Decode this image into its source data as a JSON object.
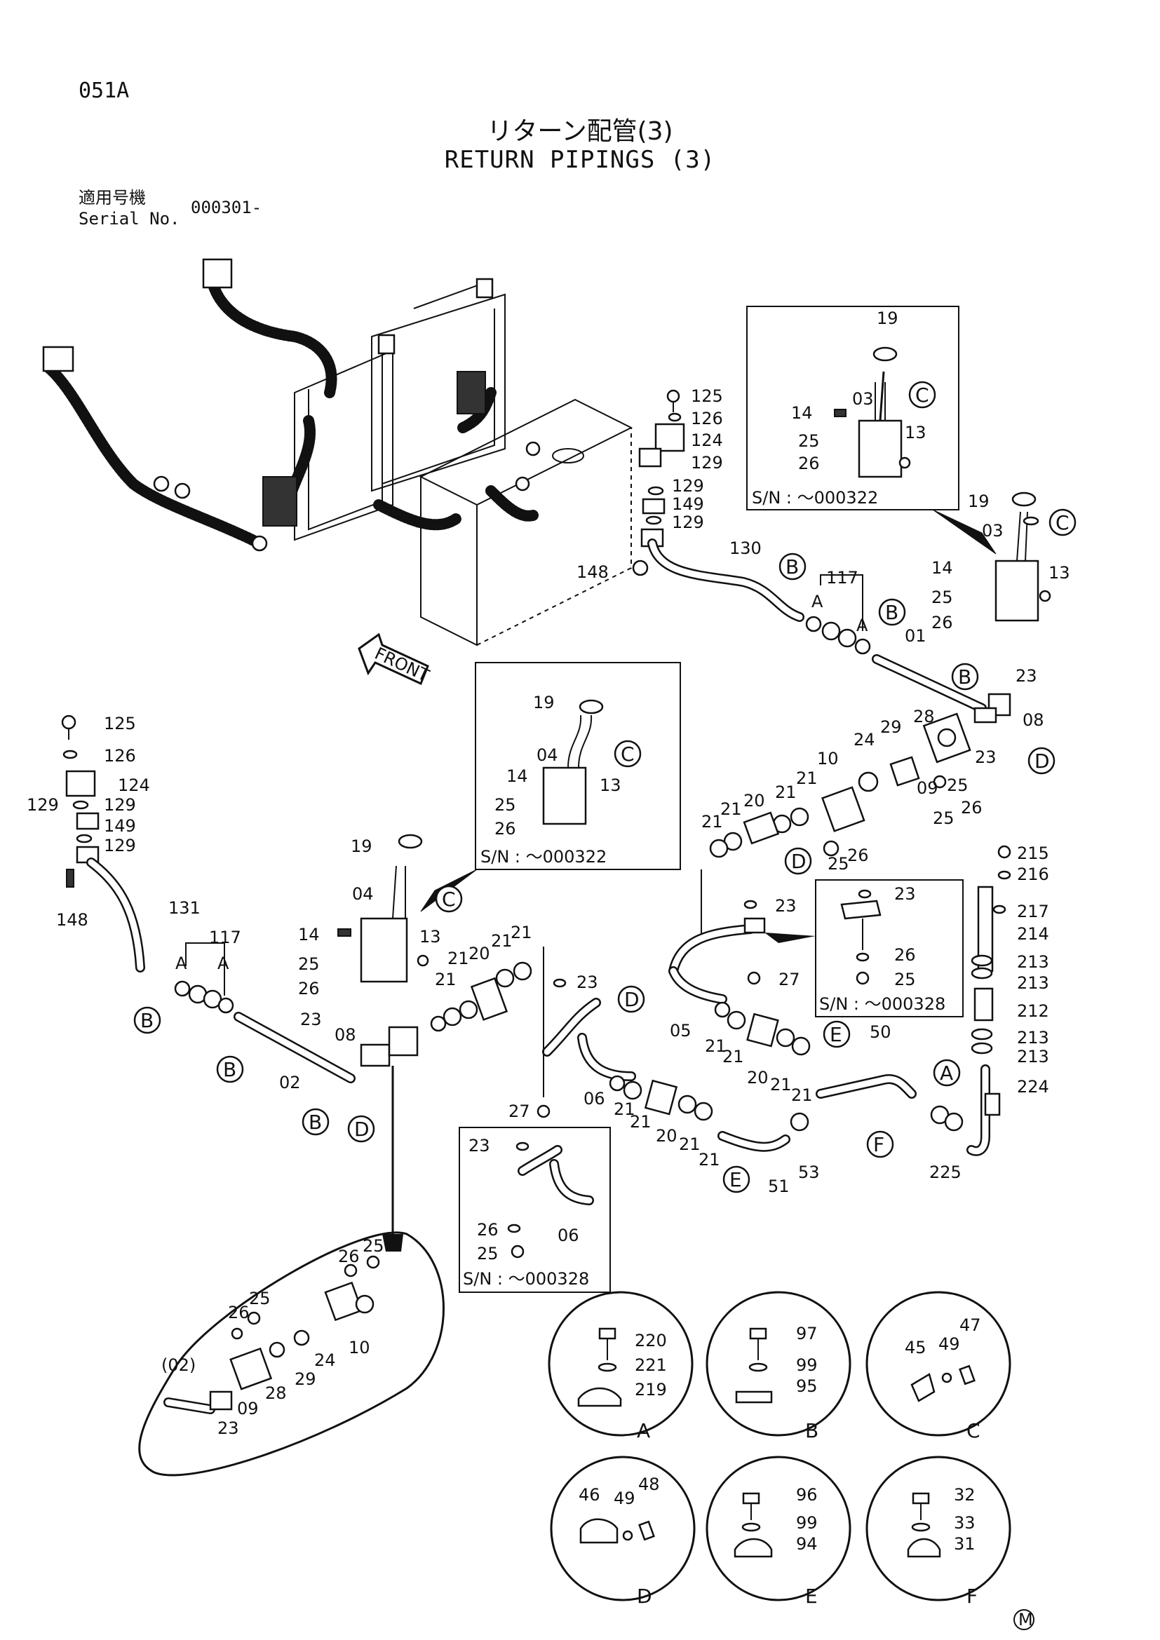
{
  "header": {
    "code": "051A",
    "title_jp": "リターン配管(3)",
    "title_en": "RETURN PIPINGS (3)",
    "serial_label_jp": "適用号機",
    "serial_label_en": "Serial No.",
    "serial_value": "000301-"
  },
  "labels": {
    "sn_000322": "S/N : ～000322",
    "sn_000328": "S/N : ～000328",
    "front": "FRONT",
    "inset_02": "(02)",
    "maker_mark": "M"
  },
  "callouts": [
    "A",
    "B",
    "C",
    "D",
    "E",
    "F"
  ],
  "part_numbers": {
    "p01": "01",
    "p02": "02",
    "p03": "03",
    "p04": "04",
    "p05": "05",
    "p06": "06",
    "p08": "08",
    "p09": "09",
    "p10": "10",
    "p13": "13",
    "p14": "14",
    "p19": "19",
    "p20": "20",
    "p21": "21",
    "p23": "23",
    "p24": "24",
    "p25": "25",
    "p26": "26",
    "p27": "27",
    "p28": "28",
    "p29": "29",
    "p31": "31",
    "p32": "32",
    "p33": "33",
    "p45": "45",
    "p46": "46",
    "p47": "47",
    "p48": "48",
    "p49": "49",
    "p50": "50",
    "p51": "51",
    "p53": "53",
    "p94": "94",
    "p95": "95",
    "p96": "96",
    "p97": "97",
    "p99": "99",
    "p117": "117",
    "p124": "124",
    "p125": "125",
    "p126": "126",
    "p129": "129",
    "p130": "130",
    "p131": "131",
    "p148": "148",
    "p149": "149",
    "p212": "212",
    "p213": "213",
    "p214": "214",
    "p215": "215",
    "p216": "216",
    "p217": "217",
    "p219": "219",
    "p220": "220",
    "p221": "221",
    "p224": "224",
    "p225": "225"
  }
}
